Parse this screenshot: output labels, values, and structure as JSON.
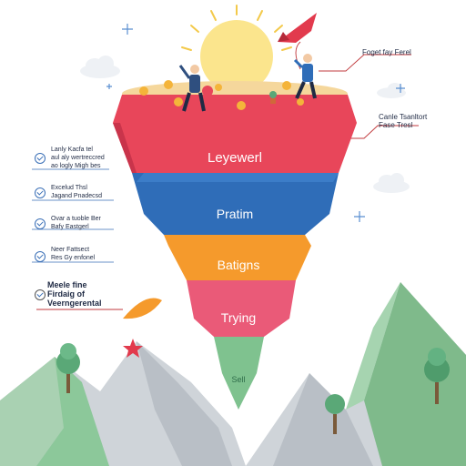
{
  "funnel": {
    "layers": [
      {
        "label": "Leyewerl",
        "color": "#e8465a"
      },
      {
        "label": "Pratim",
        "color": "#2f6db8"
      },
      {
        "label": "Batigns",
        "color": "#f59a2c"
      },
      {
        "label": "Trying",
        "color": "#ea5a78"
      },
      {
        "label": "Sell",
        "color": "#7fc28f"
      }
    ]
  },
  "right_notes": [
    "Foget fay Ferel",
    "Canle Tsanltort Fase Tresl"
  ],
  "left_notes": [
    {
      "lines": [
        "Lanly Kacfa tel",
        "aul aly wertreccred",
        "ao logly Migh bes"
      ]
    },
    {
      "lines": [
        "Excelud Thsl",
        "Jagand Pnadecsd"
      ]
    },
    {
      "lines": [
        "Ovar a tuoble Ber",
        "Bafy Eastgerl"
      ]
    },
    {
      "lines": [
        "Neer Fattsect",
        "Res Gy enfonel"
      ]
    },
    {
      "lines": [
        "Meele fine",
        "Firdaig of",
        "Veerngerental"
      ]
    }
  ],
  "colors": {
    "sun": "#fbe58d",
    "mountain_green": "#8cc89a",
    "mountain_gray": "#b9bfc6",
    "accent_red": "#e23a4d"
  }
}
